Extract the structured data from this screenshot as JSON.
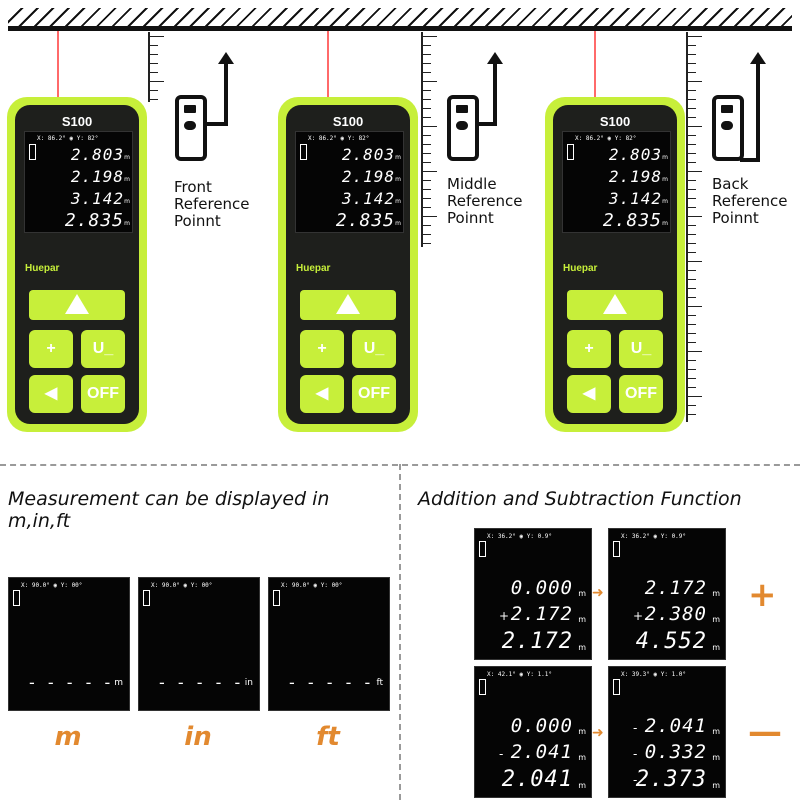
{
  "devices": [
    {
      "model": "S100",
      "brand": "Huepar",
      "status": "X: 86.2° ◉ Y: 82°",
      "readings": [
        "2.803",
        "2.198",
        "3.142",
        "2.835"
      ],
      "unit": "m",
      "keys": [
        "+",
        "U_",
        "◀",
        "OFF"
      ],
      "ref_label": [
        "Front",
        "Reference",
        "Poinnt"
      ]
    },
    {
      "model": "S100",
      "brand": "Huepar",
      "status": "X: 86.2° ◉ Y: 82°",
      "readings": [
        "2.803",
        "2.198",
        "3.142",
        "2.835"
      ],
      "unit": "m",
      "keys": [
        "+",
        "U_",
        "◀",
        "OFF"
      ],
      "ref_label": [
        "Middle",
        "Reference",
        "Poinnt"
      ]
    },
    {
      "model": "S100",
      "brand": "Huepar",
      "status": "X: 86.2° ◉ Y: 82°",
      "readings": [
        "2.803",
        "2.198",
        "3.142",
        "2.835"
      ],
      "unit": "m",
      "keys": [
        "+",
        "U_",
        "◀",
        "OFF"
      ],
      "ref_label": [
        "Back",
        "Reference",
        "Poinnt"
      ]
    }
  ],
  "units_section": {
    "heading_line1": "Measurement can be displayed in",
    "heading_line2": "m,in,ft",
    "displays": [
      {
        "status": "X: 90.0° ◉ Y: 00°",
        "dashes": "- - - - -",
        "unit": "m",
        "label": "m"
      },
      {
        "status": "X: 90.0° ◉ Y: 00°",
        "dashes": "- - - - -",
        "unit": "in",
        "label": "in"
      },
      {
        "status": "X: 90.0° ◉ Y: 00°",
        "dashes": "- - - - -",
        "unit": "ft",
        "label": "ft"
      }
    ]
  },
  "calc_section": {
    "heading": "Addition and Subtraction Function",
    "addition": {
      "symbol": "+",
      "before": {
        "status": "X: 36.2° ◉ Y: 0.9°",
        "rows": [
          "0.000",
          "2.172",
          "2.172"
        ],
        "ops": [
          "",
          "+",
          ""
        ]
      },
      "after": {
        "status": "X: 36.2° ◉ Y: 0.9°",
        "rows": [
          "2.172",
          "2.380",
          "4.552"
        ],
        "ops": [
          "",
          "+",
          ""
        ]
      }
    },
    "subtraction": {
      "symbol": "—",
      "before": {
        "status": "X: 42.1° ◉ Y: 1.1°",
        "rows": [
          "0.000",
          "2.041",
          "2.041"
        ],
        "ops": [
          "",
          "-",
          ""
        ]
      },
      "after": {
        "status": "X: 39.3° ◉ Y: 1.0°",
        "rows": [
          "2.041",
          "0.332",
          "2.373"
        ],
        "ops": [
          "-",
          "-",
          "-"
        ]
      }
    },
    "unit": "m"
  }
}
